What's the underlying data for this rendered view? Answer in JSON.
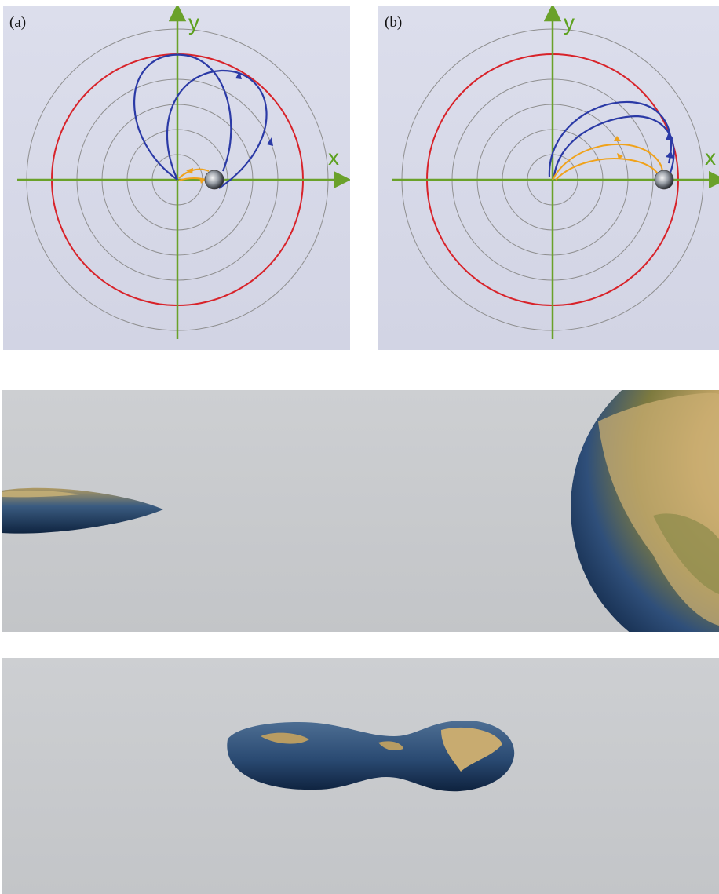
{
  "panels": [
    {
      "id": "a",
      "label": "(a)",
      "x_axis_label": "x",
      "y_axis_label": "y"
    },
    {
      "id": "b",
      "label": "(b)",
      "x_axis_label": "x",
      "y_axis_label": "y"
    }
  ],
  "colors": {
    "panel_background": "#d9dbea",
    "grid_circles": "#8f8f8f",
    "horizon_circle": "#d8232a",
    "axes": "#6aa12a",
    "trajectory_blue": "#2b3aa6",
    "trajectory_orange": "#f0a21a",
    "scene_background": "#c8cacc",
    "earth_ocean": "#1f3f6e",
    "earth_land": "#b89c62"
  },
  "icons": [
    "earth-icon",
    "arrowhead-icon"
  ]
}
